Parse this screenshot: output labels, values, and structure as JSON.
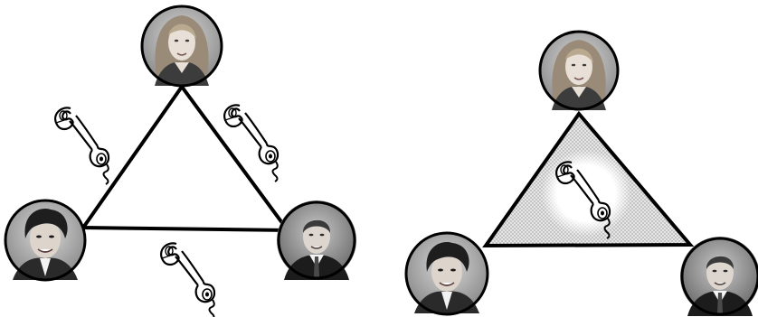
{
  "figure": {
    "panels": [
      {
        "id": "pairwise-calls",
        "participants": [
          {
            "role": "top",
            "portrait": "woman-long-hair"
          },
          {
            "role": "bottom-left",
            "portrait": "woman-short-hair"
          },
          {
            "role": "bottom-right",
            "portrait": "man-in-suit"
          }
        ],
        "phone_icons": 3,
        "triangle_fill": "none"
      },
      {
        "id": "conference-call",
        "participants": [
          {
            "role": "top",
            "portrait": "woman-long-hair"
          },
          {
            "role": "bottom-left",
            "portrait": "woman-short-hair"
          },
          {
            "role": "bottom-right",
            "portrait": "man-in-suit"
          }
        ],
        "phone_icons": 1,
        "triangle_fill": "stippled-gray"
      }
    ],
    "colors": {
      "stroke": "#000000",
      "background": "#ffffff",
      "stipple": "#9a9a9a",
      "highlight": "#ffffff"
    }
  }
}
